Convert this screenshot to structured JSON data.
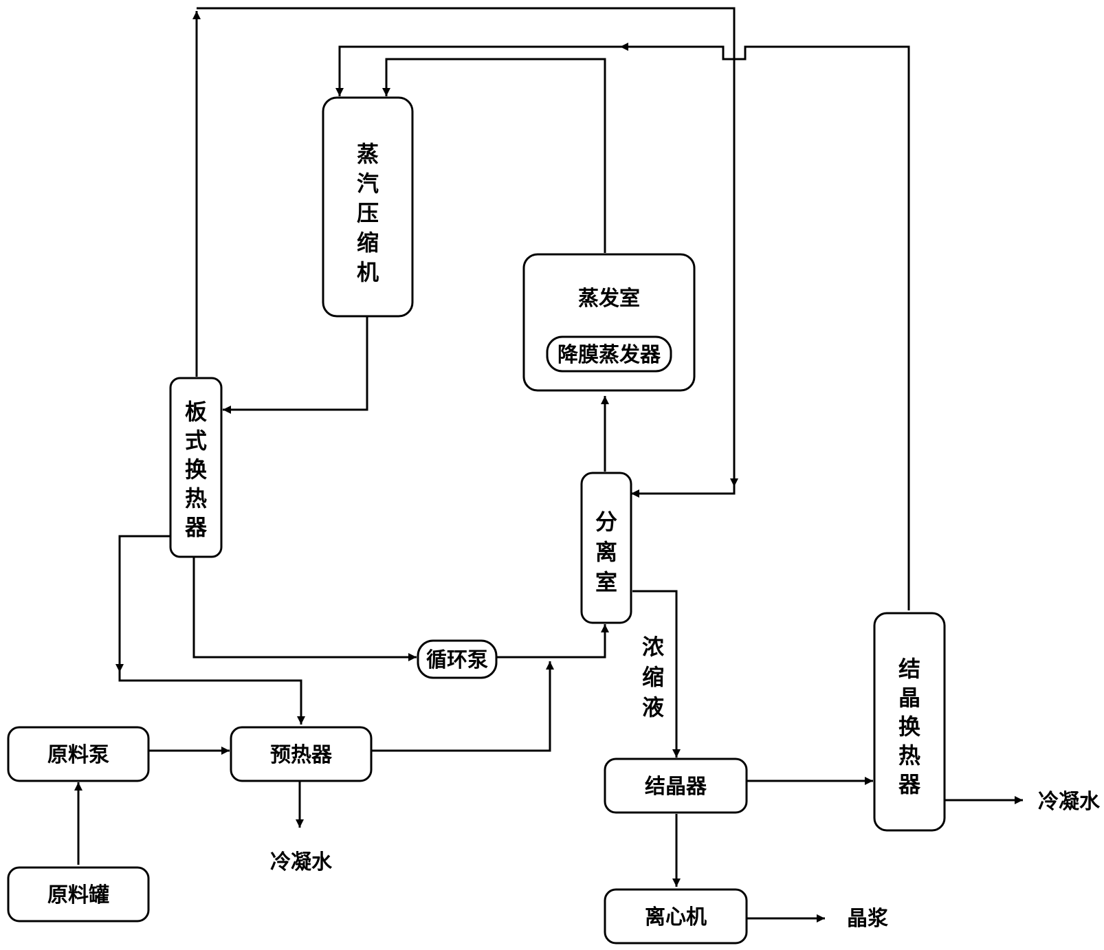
{
  "nodes": {
    "compressor": "蒸汽压缩机",
    "evap_room": "蒸发室",
    "falling_film": "降膜蒸发器",
    "plate_hx": "板式换热器",
    "separator": "分离室",
    "circ_pump": "循环泵",
    "feed_pump": "原料泵",
    "preheater": "预热器",
    "feed_tank": "原料罐",
    "crystallizer": "结晶器",
    "cryst_hx": "结晶换热器",
    "centrifuge": "离心机"
  },
  "labels": {
    "concentrate": "浓缩液",
    "condensate_1": "冷凝水",
    "condensate_2": "冷凝水",
    "slurry": "晶浆"
  }
}
